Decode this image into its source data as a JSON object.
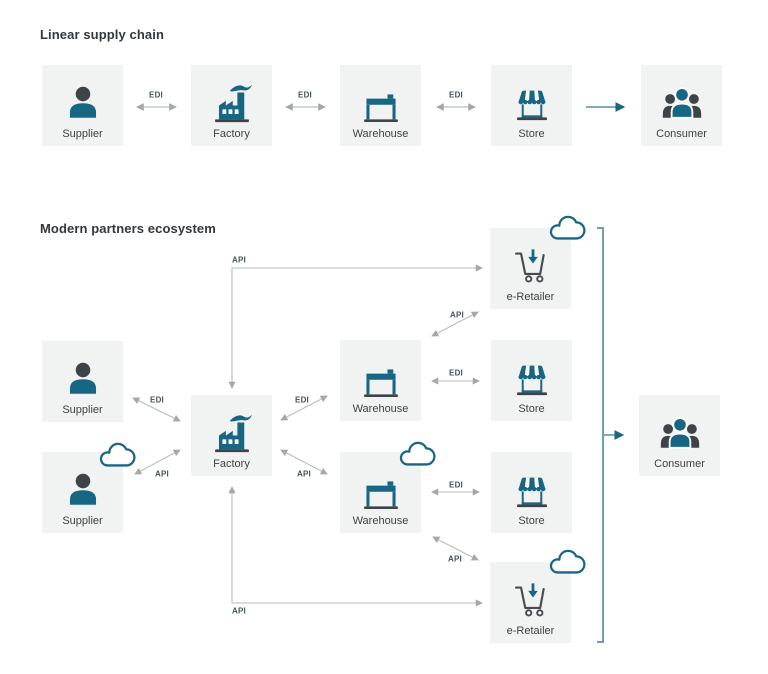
{
  "titles": {
    "linear": "Linear supply chain",
    "modern": "Modern partners ecosystem"
  },
  "labels": {
    "edi": "EDI",
    "api": "API"
  },
  "nodes": {
    "l_supplier": {
      "label": "Supplier",
      "icon": "person-icon"
    },
    "l_factory": {
      "label": "Factory",
      "icon": "factory-icon"
    },
    "l_warehouse": {
      "label": "Warehouse",
      "icon": "warehouse-icon"
    },
    "l_store": {
      "label": "Store",
      "icon": "storefront-icon"
    },
    "l_consumer": {
      "label": "Consumer",
      "icon": "people-group-icon"
    },
    "m_eretailer1": {
      "label": "e-Retailer",
      "icon": "shopping-cart-download-icon"
    },
    "m_supplier1": {
      "label": "Supplier",
      "icon": "person-icon"
    },
    "m_warehouse1": {
      "label": "Warehouse",
      "icon": "warehouse-icon"
    },
    "m_store1": {
      "label": "Store",
      "icon": "storefront-icon"
    },
    "m_factory": {
      "label": "Factory",
      "icon": "factory-icon"
    },
    "m_consumer": {
      "label": "Consumer",
      "icon": "people-group-icon"
    },
    "m_supplier2": {
      "label": "Supplier",
      "icon": "person-icon"
    },
    "m_warehouse2": {
      "label": "Warehouse",
      "icon": "warehouse-icon"
    },
    "m_store2": {
      "label": "Store",
      "icon": "storefront-icon"
    },
    "m_eretailer2": {
      "label": "e-Retailer",
      "icon": "shopping-cart-download-icon"
    }
  },
  "decorations": {
    "cloud_icon_on": [
      "m_supplier2",
      "m_warehouse2",
      "m_eretailer1",
      "m_eretailer2"
    ]
  },
  "colors": {
    "teal": "#176683",
    "dark_gray": "#3e4347",
    "box_bg": "#f1f3f2",
    "arrow_gray": "#b9bdbd",
    "arrowhead_gray": "#a3a9a9",
    "bracket_teal": "#5590a6",
    "arrowhead_teal": "#1b6584",
    "label_text": "#3f4245",
    "connector_label_text": "#44525a",
    "title_text": "#33383c"
  }
}
